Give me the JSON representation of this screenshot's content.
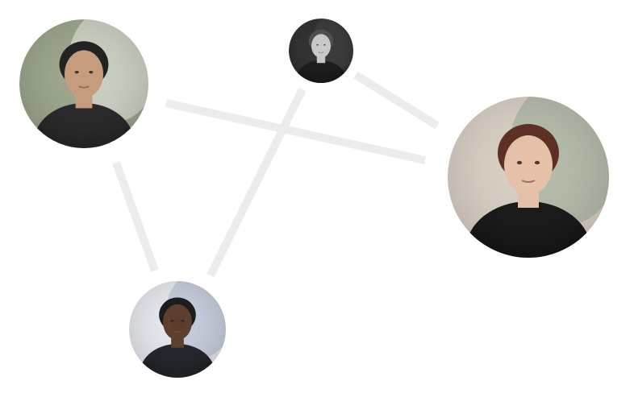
{
  "network": {
    "nodes": [
      {
        "id": "man-dark-shirt",
        "icon": "person-avatar-icon",
        "palette": {
          "bg": "#9aa58a",
          "bg2": "#d8ddd2",
          "skin": "#c69b7b",
          "hair": "#1b1b1b",
          "shirt": "#232323"
        }
      },
      {
        "id": "woman-monochrome",
        "icon": "person-avatar-icon",
        "palette": {
          "bg": "#2b2b2b",
          "bg2": "#3a3a3a",
          "skin": "#c9c9c9",
          "hair": "#4a4a4a",
          "shirt": "#151515"
        }
      },
      {
        "id": "woman-red-hair",
        "icon": "person-avatar-icon",
        "palette": {
          "bg": "#d9cfc4",
          "bg2": "#a7b3a0",
          "skin": "#e7c1a8",
          "hair": "#5a2a1e",
          "shirt": "#121212"
        }
      },
      {
        "id": "man-dreadlocks",
        "icon": "person-avatar-icon",
        "palette": {
          "bg": "#e6e8ee",
          "bg2": "#b9c1d4",
          "skin": "#5b3a2a",
          "hair": "#151515",
          "shirt": "#1c1f24"
        }
      }
    ],
    "edges": [
      {
        "from": "man-dark-shirt",
        "to": "woman-red-hair"
      },
      {
        "from": "woman-monochrome",
        "to": "woman-red-hair"
      },
      {
        "from": "woman-monochrome",
        "to": "man-dreadlocks"
      },
      {
        "from": "man-dark-shirt",
        "to": "man-dreadlocks"
      }
    ],
    "colors": {
      "edge": "#ececec",
      "background": "#ffffff"
    }
  }
}
